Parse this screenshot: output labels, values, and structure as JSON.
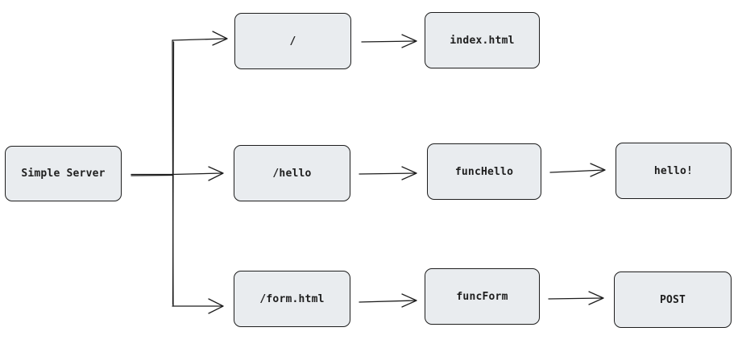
{
  "diagram": {
    "nodes": {
      "server": "Simple Server",
      "root": "/",
      "index": "index.html",
      "hello_route": "/hello",
      "func_hello": "funcHello",
      "hello_out": "hello!",
      "form_route": "/form.html",
      "func_form": "funcForm",
      "post": "POST"
    },
    "edges": [
      [
        "server",
        "root"
      ],
      [
        "server",
        "hello_route"
      ],
      [
        "server",
        "form_route"
      ],
      [
        "root",
        "index"
      ],
      [
        "hello_route",
        "func_hello"
      ],
      [
        "func_hello",
        "hello_out"
      ],
      [
        "form_route",
        "func_form"
      ],
      [
        "func_form",
        "post"
      ]
    ]
  },
  "colors": {
    "node_fill": "#e9ecef",
    "stroke": "#1e1e1e",
    "background": "#ffffff"
  }
}
